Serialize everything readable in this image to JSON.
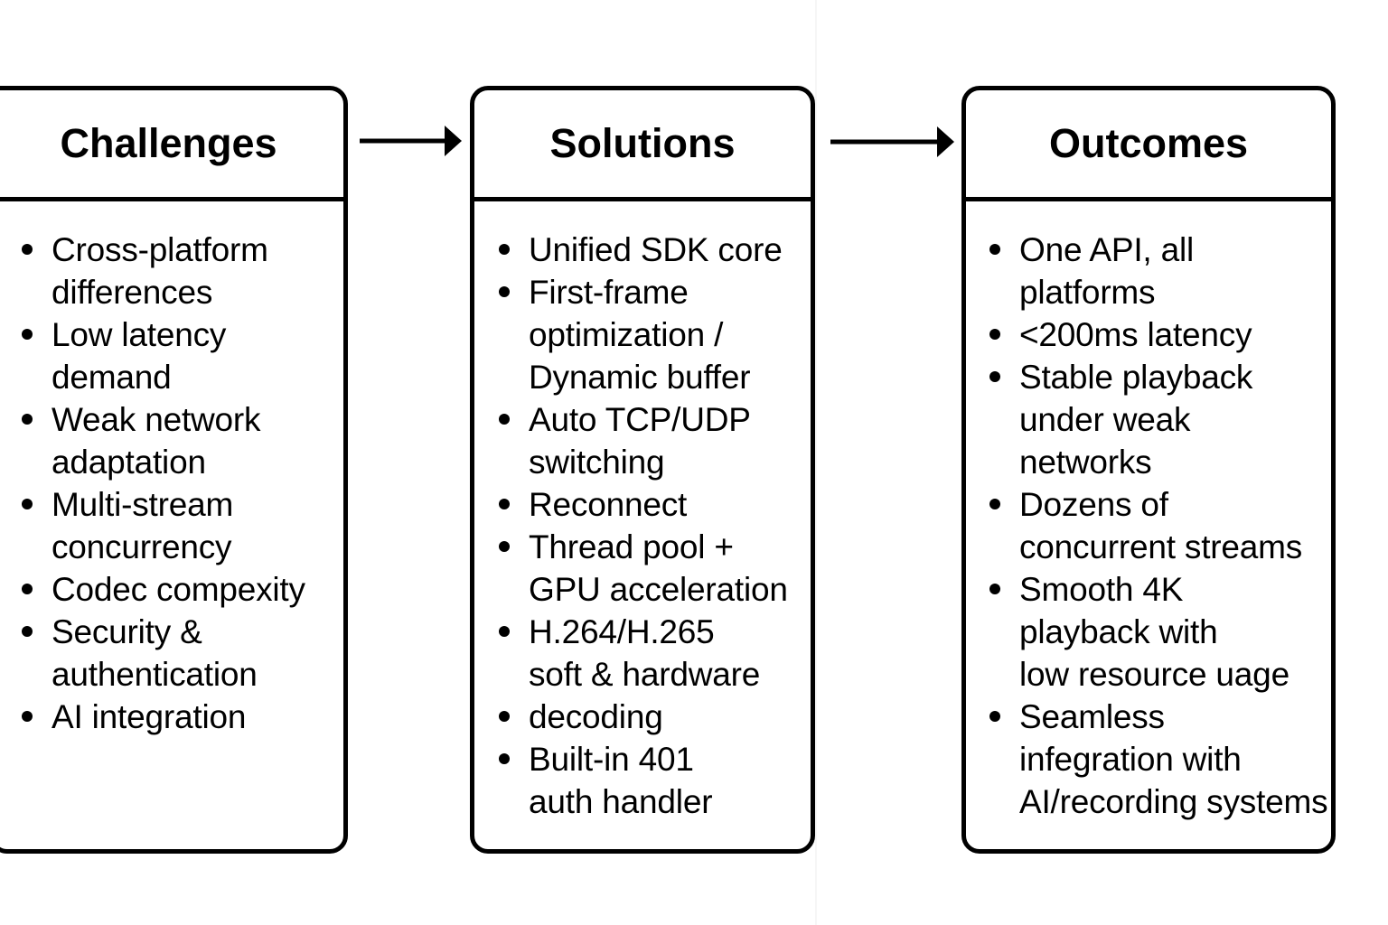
{
  "diagram": {
    "columns": [
      {
        "title": "Challenges",
        "items": [
          "Cross-platform\ndifferences",
          "Low latency\ndemand",
          "Weak network\nadaptation",
          "Multi-stream\nconcurrency",
          "Codec compexity",
          "Security &\nauthentication",
          "AI integration"
        ]
      },
      {
        "title": "Solutions",
        "items": [
          "Unified SDK core",
          "First-frame\noptimization /\nDynamic buffer",
          "Auto TCP/UDP\nswitching",
          "Reconnect",
          "Thread pool +\nGPU acceleration",
          "H.264/H.265\nsoft & hardware",
          "decoding",
          "Built-in 401\nauth handler"
        ]
      },
      {
        "title": "Outcomes",
        "items": [
          "One API, all\nplatforms",
          "<200ms latency",
          "Stable playback\nunder weak\nnetworks",
          "Dozens of\nconcurrent streams",
          "Smooth 4K\nplayback with\nlow resource uage",
          "Seamless\ninfegration with\nAI/recording systems"
        ]
      }
    ],
    "colors": {
      "ink": "#000000",
      "background": "#ffffff",
      "seam": "#f6f6f6"
    }
  }
}
